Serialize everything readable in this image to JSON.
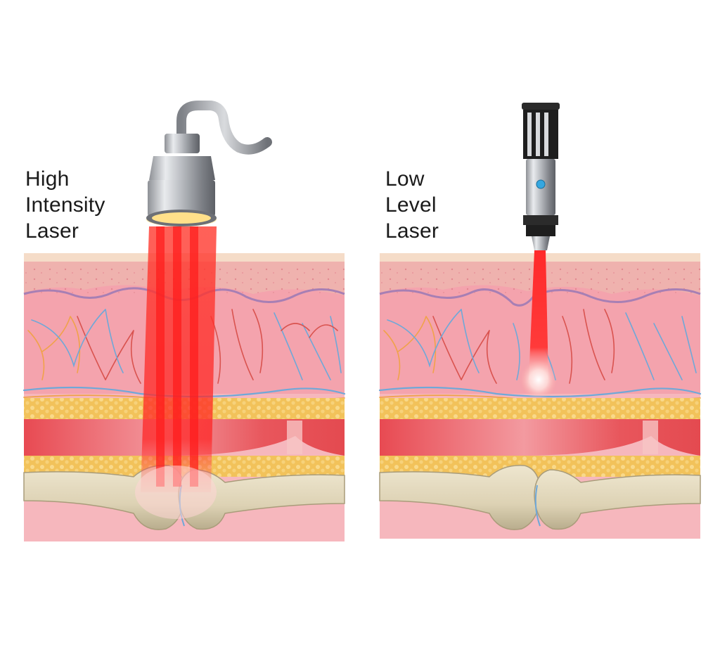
{
  "panels": [
    {
      "id": "high",
      "label_lines": [
        "High",
        "Intensity",
        "Laser"
      ]
    },
    {
      "id": "low",
      "label_lines": [
        "Low",
        "Level",
        "Laser"
      ]
    }
  ],
  "colors": {
    "background": "#ffffff",
    "epidermis": "#f2c9b5",
    "dermis": "#f5a9b1",
    "basement_line": "#a77fb4",
    "fat": "#f2c25a",
    "muscle": "#e8565c",
    "bone": "#ddd2b4",
    "deep_tissue": "#f6b7bd",
    "vessel_blue": "#6fa8d8",
    "vessel_red": "#d9534f",
    "laser_beam": "#ff2a2a"
  },
  "icons": [
    "high-intensity-probe-icon",
    "low-level-pen-icon",
    "bone-joint-icon"
  ]
}
